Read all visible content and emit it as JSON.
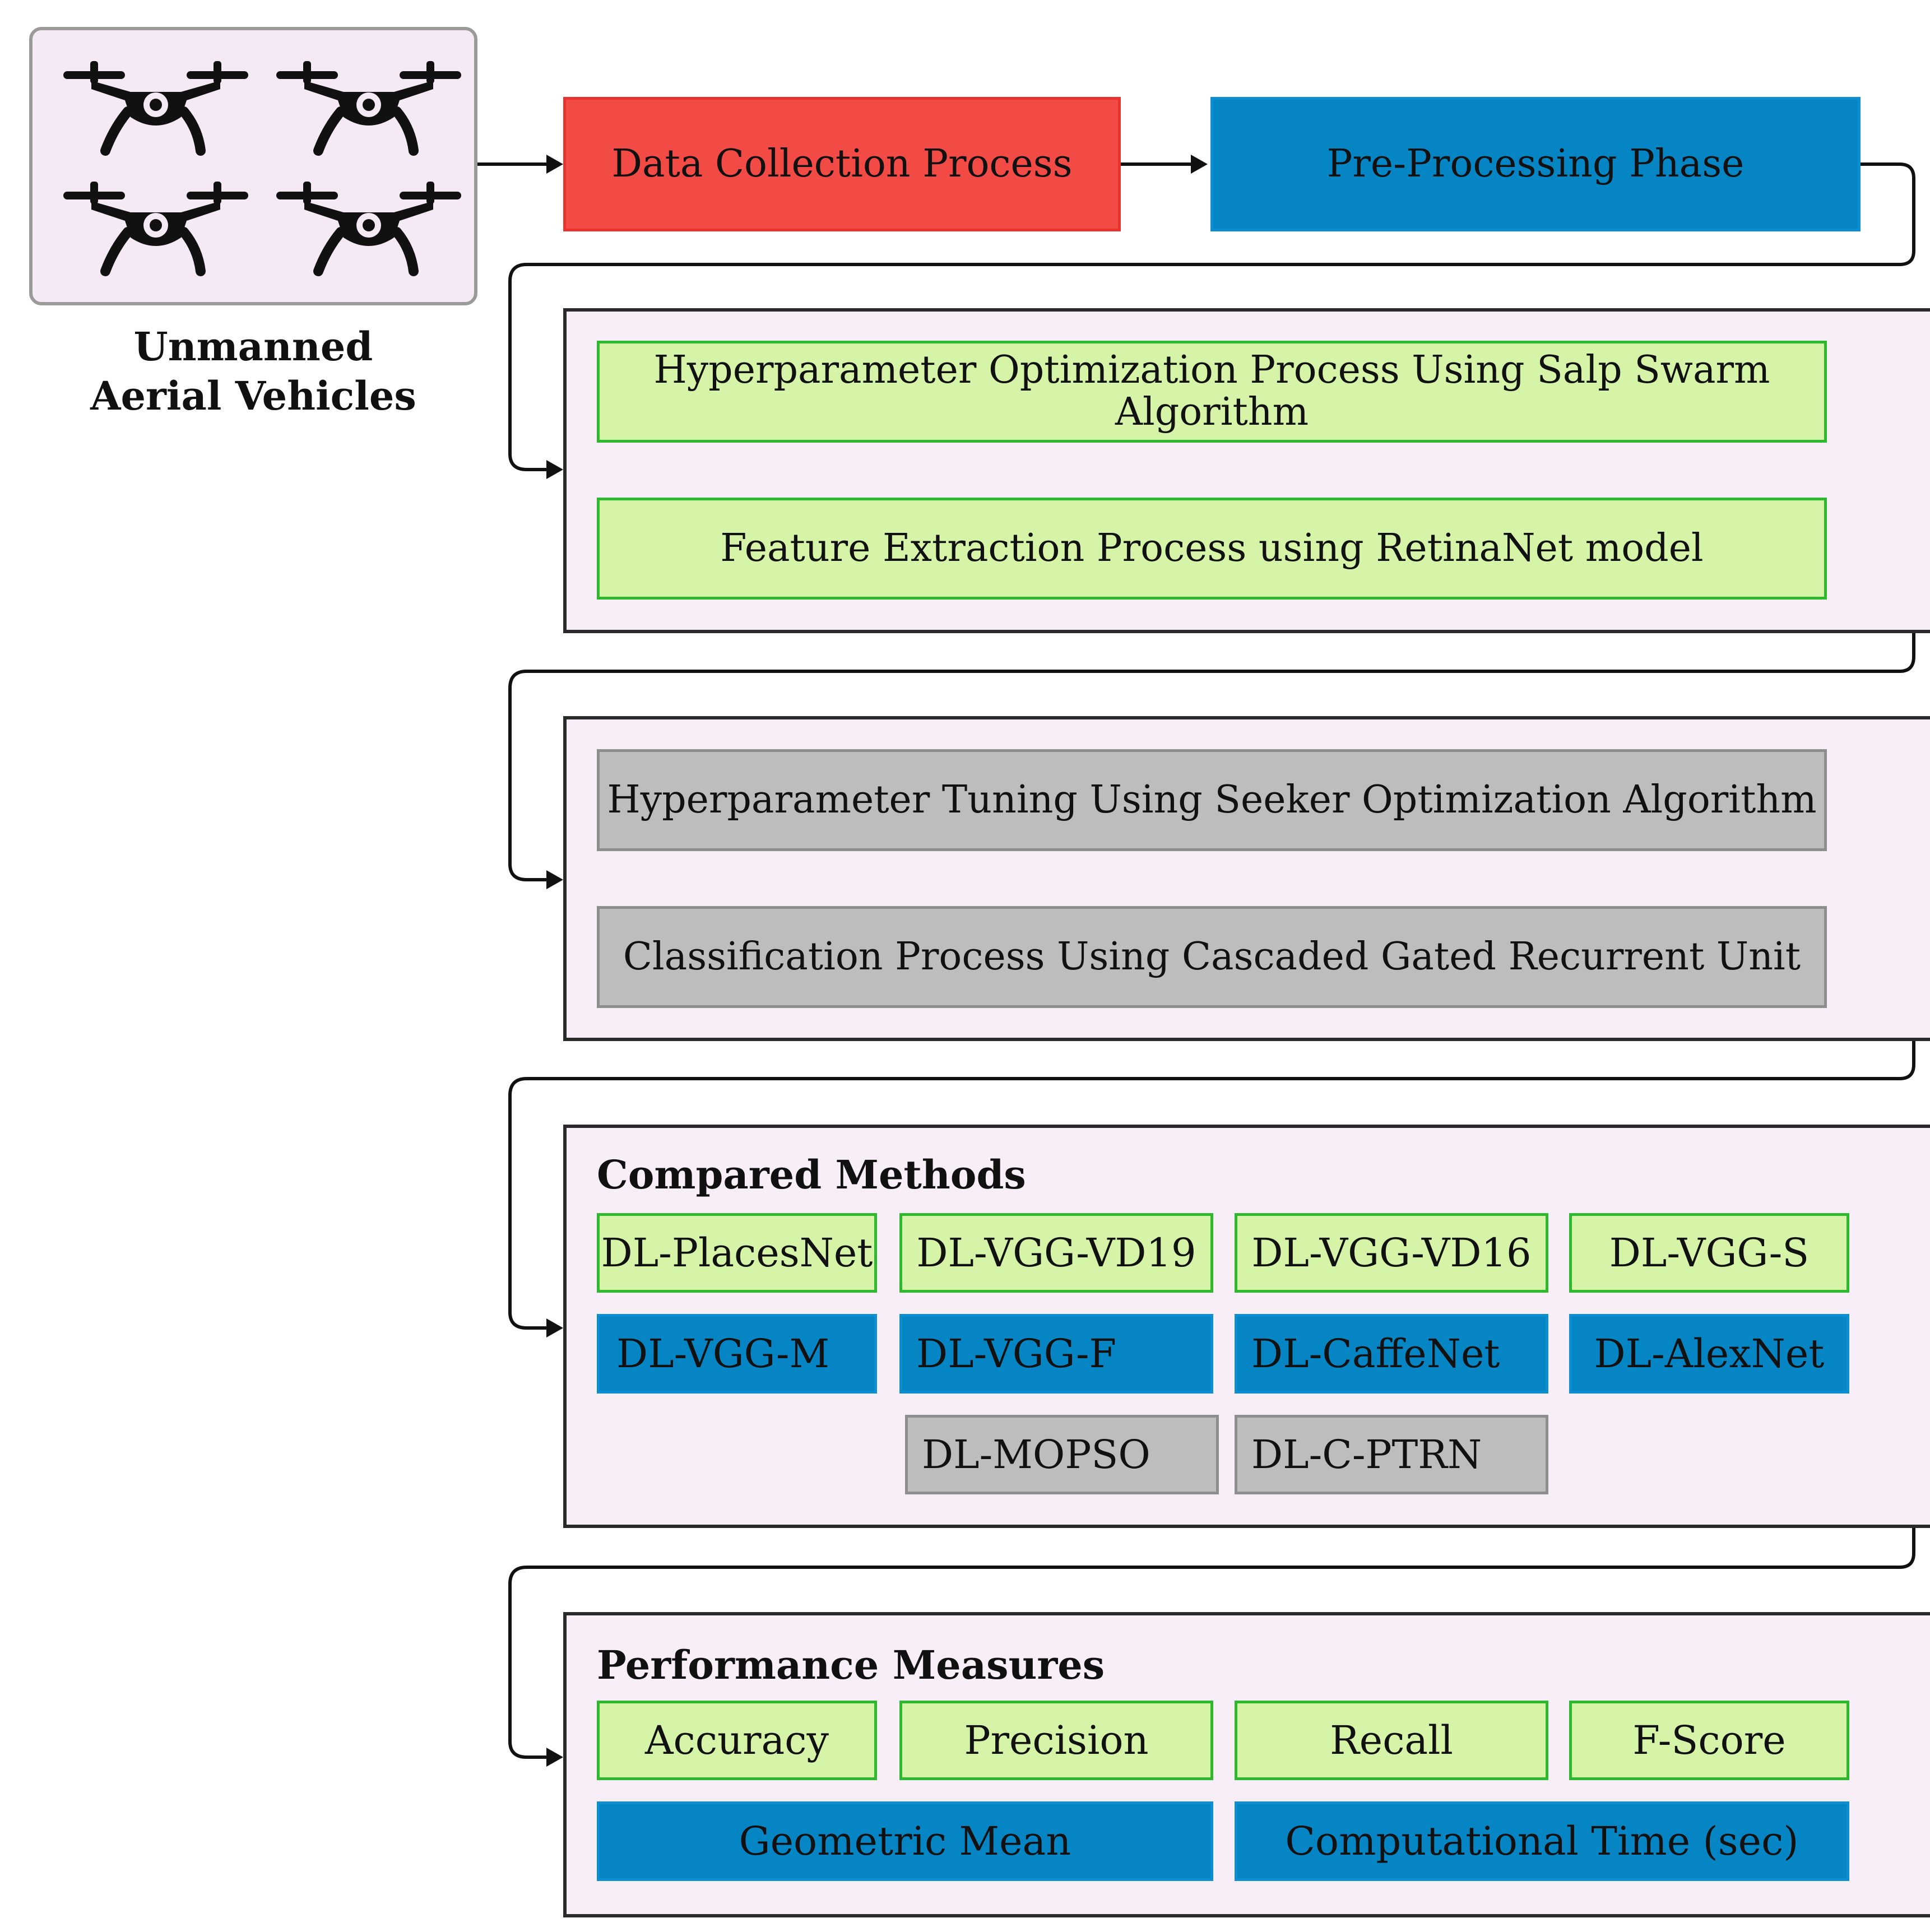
{
  "uav": {
    "label_line1": "Unmanned",
    "label_line2": "Aerial Vehicles",
    "icon": "drone-icon"
  },
  "top_row": {
    "data_collection": "Data Collection Process",
    "pre_processing": "Pre-Processing Phase"
  },
  "feature_stage": {
    "optimization": "Hyperparameter Optimization Process Using Salp Swarm Algorithm",
    "extraction": "Feature Extraction Process using RetinaNet model"
  },
  "classification_stage": {
    "tuning": "Hyperparameter Tuning Using Seeker Optimization Algorithm",
    "classification": "Classification Process Using Cascaded Gated Recurrent Unit"
  },
  "compared_methods": {
    "heading": "Compared Methods",
    "row1": [
      "DL-PlacesNet",
      "DL-VGG-VD19",
      "DL-VGG-VD16",
      "DL-VGG-S"
    ],
    "row2": [
      "DL-VGG-M",
      "DL-VGG-F",
      "DL-CaffeNet",
      "DL-AlexNet"
    ],
    "row3": [
      "DL-MOPSO",
      "DL-C-PTRN"
    ]
  },
  "performance_measures": {
    "heading": "Performance Measures",
    "row1": [
      "Accuracy",
      "Precision",
      "Recall",
      "F-Score"
    ],
    "row2": [
      "Geometric Mean",
      "Computational Time (sec)"
    ]
  },
  "colors": {
    "red": "#f24a45",
    "blue": "#0685c4",
    "green": "#d6f4a8",
    "gray": "#bdbdbd",
    "panel": "#f8eef8"
  }
}
